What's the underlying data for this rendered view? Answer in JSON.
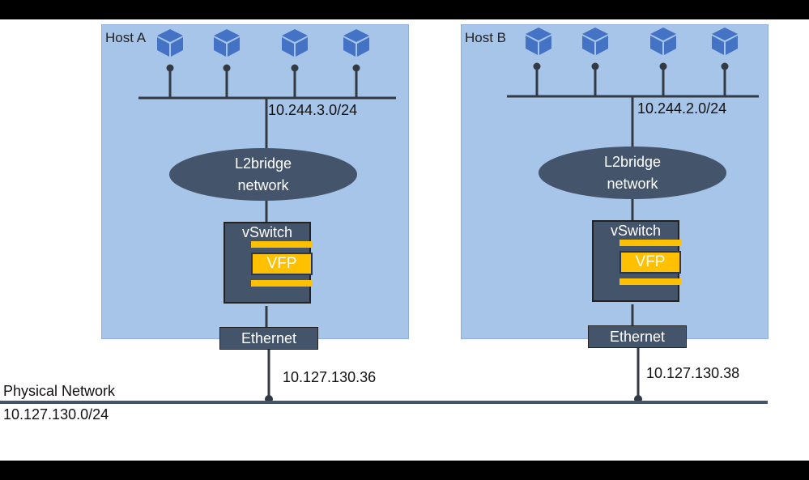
{
  "colors": {
    "host_bg": "#a7c5e9",
    "component_dark": "#44546a",
    "vfp_accent": "#ffc000",
    "line": "#333a44",
    "vm_icon": "#4472c4"
  },
  "icons": {
    "vm": "cube-icon"
  },
  "hosts": [
    {
      "label": "Host A",
      "subnet": "10.244.3.0/24",
      "bridge_line1": "L2bridge",
      "bridge_line2": "network",
      "vswitch": "vSwitch",
      "vfp": "VFP",
      "ethernet": "Ethernet",
      "ip": "10.127.130.36"
    },
    {
      "label": "Host B",
      "subnet": "10.244.2.0/24",
      "bridge_line1": "L2bridge",
      "bridge_line2": "network",
      "vswitch": "vSwitch",
      "vfp": "VFP",
      "ethernet": "Ethernet",
      "ip": "10.127.130.38"
    }
  ],
  "physical_network": {
    "label": "Physical Network",
    "subnet": "10.127.130.0/24"
  }
}
